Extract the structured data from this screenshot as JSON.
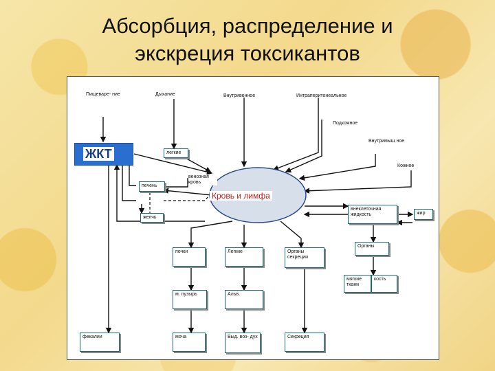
{
  "title": {
    "line1": "Абсорбция, распределение и",
    "line2": "экскреция токсикантов"
  },
  "routes": {
    "digestion": "Пищеваре- ние",
    "breathing": "Дыхание",
    "intravenous": "Внутривенное",
    "intraperitoneal": "Интраперитонеальное",
    "subcutaneous": "Подкожное",
    "intramuscular": "Внутримыш ное",
    "dermal": "Кожное"
  },
  "nodes": {
    "gut": "ЖКТ",
    "lungs_top": "легкие",
    "liver": "печень",
    "venous_blood": "венозная кровь",
    "blood_lymph": "Кровь и лимфа",
    "bile": "желчь",
    "extracellular_fluid": "внеклеточная жидкость",
    "fat": "жир",
    "kidneys": "почки",
    "lungs": "Легкие",
    "secretory_organs": "Органы секреции",
    "organs": "Органы",
    "soft_tissue": "мягкие ткани",
    "bone": "кость",
    "bladder": "м. пузырь",
    "alveoli": "Альв.",
    "feces": "фекалии",
    "urine": "моча",
    "exhaled_air": "Выд. воз- дух",
    "secretion": "Секреция"
  }
}
